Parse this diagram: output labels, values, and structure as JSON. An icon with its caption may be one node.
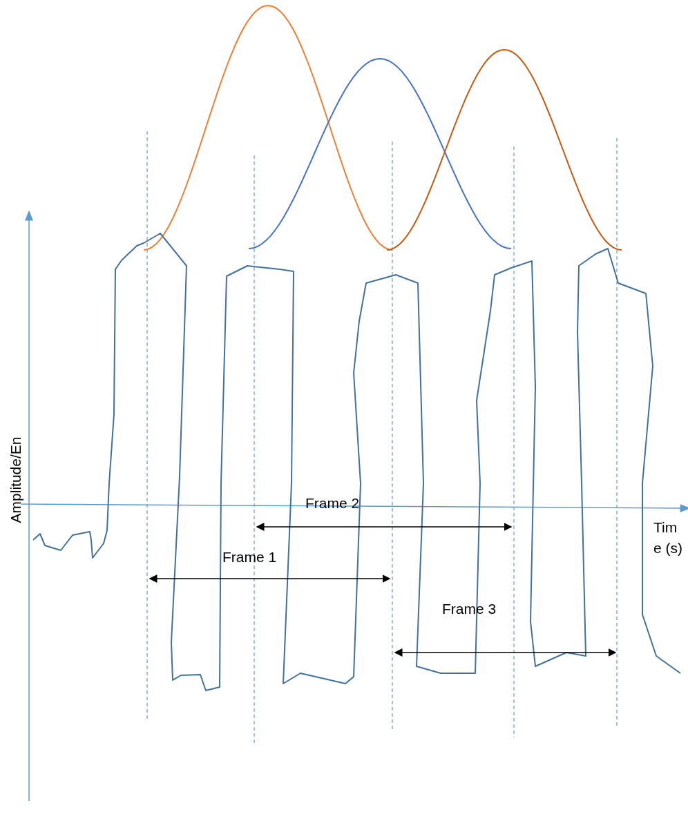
{
  "diagram": {
    "labels": [
      "Frame 2",
      "Tim e (s)",
      "Amplitude/En",
      "Frame 1",
      "Frame 3"
    ]
  }
}
